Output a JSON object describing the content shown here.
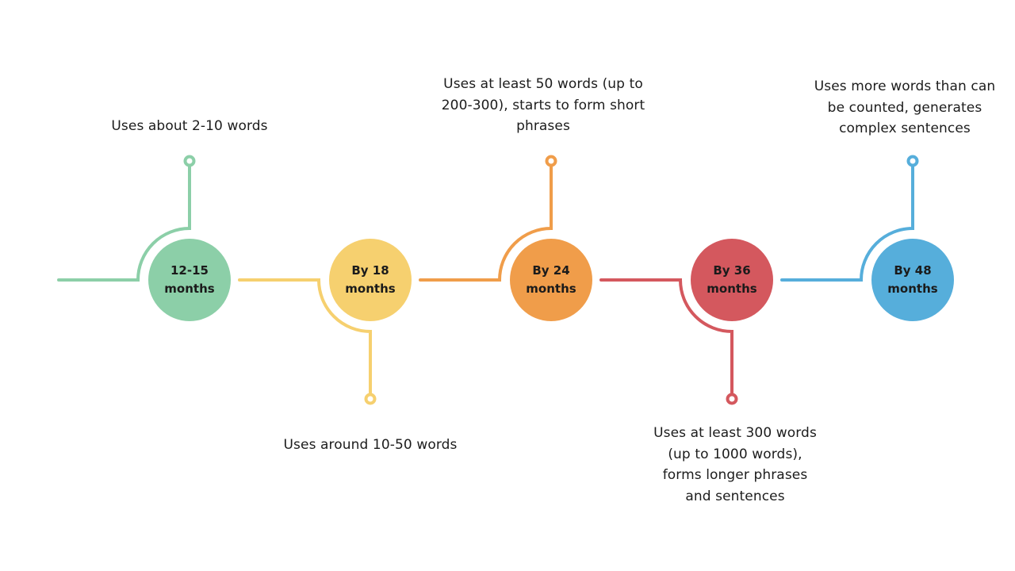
{
  "colors": {
    "background": "#ffffff",
    "green": "#8ccfa8",
    "yellow": "#f6d06f",
    "orange": "#f09d4a",
    "red": "#d4585e",
    "blue": "#56aedb"
  },
  "milestones": [
    {
      "label": "12-15 months",
      "description": "Uses about 2-10 words",
      "color_key": "green",
      "callout": "up"
    },
    {
      "label": "By 18 months",
      "description": "Uses around 10-50 words",
      "color_key": "yellow",
      "callout": "down"
    },
    {
      "label": "By 24 months",
      "description": "Uses at least 50 words (up to 200-300), starts to form short phrases",
      "color_key": "orange",
      "callout": "up"
    },
    {
      "label": "By 36 months",
      "description": "Uses at least 300 words (up to 1000 words), forms longer phrases and sentences",
      "color_key": "red",
      "callout": "down"
    },
    {
      "label": "By 48 months",
      "description": "Uses more words than can be counted, generates complex sentences",
      "color_key": "blue",
      "callout": "up"
    }
  ]
}
